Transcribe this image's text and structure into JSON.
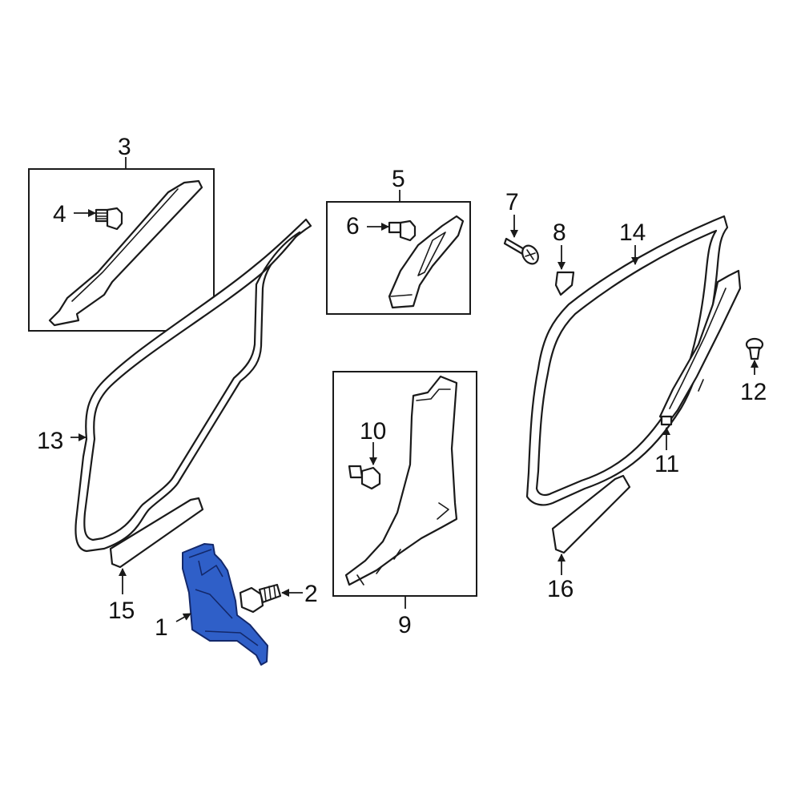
{
  "diagram": {
    "highlight_color": "#2f5fc8",
    "callouts": {
      "c1": "1",
      "c2": "2",
      "c3": "3",
      "c4": "4",
      "c5": "5",
      "c6": "6",
      "c7": "7",
      "c8": "8",
      "c9": "9",
      "c10": "10",
      "c11": "11",
      "c12": "12",
      "c13": "13",
      "c14": "14",
      "c15": "15",
      "c16": "16"
    }
  }
}
